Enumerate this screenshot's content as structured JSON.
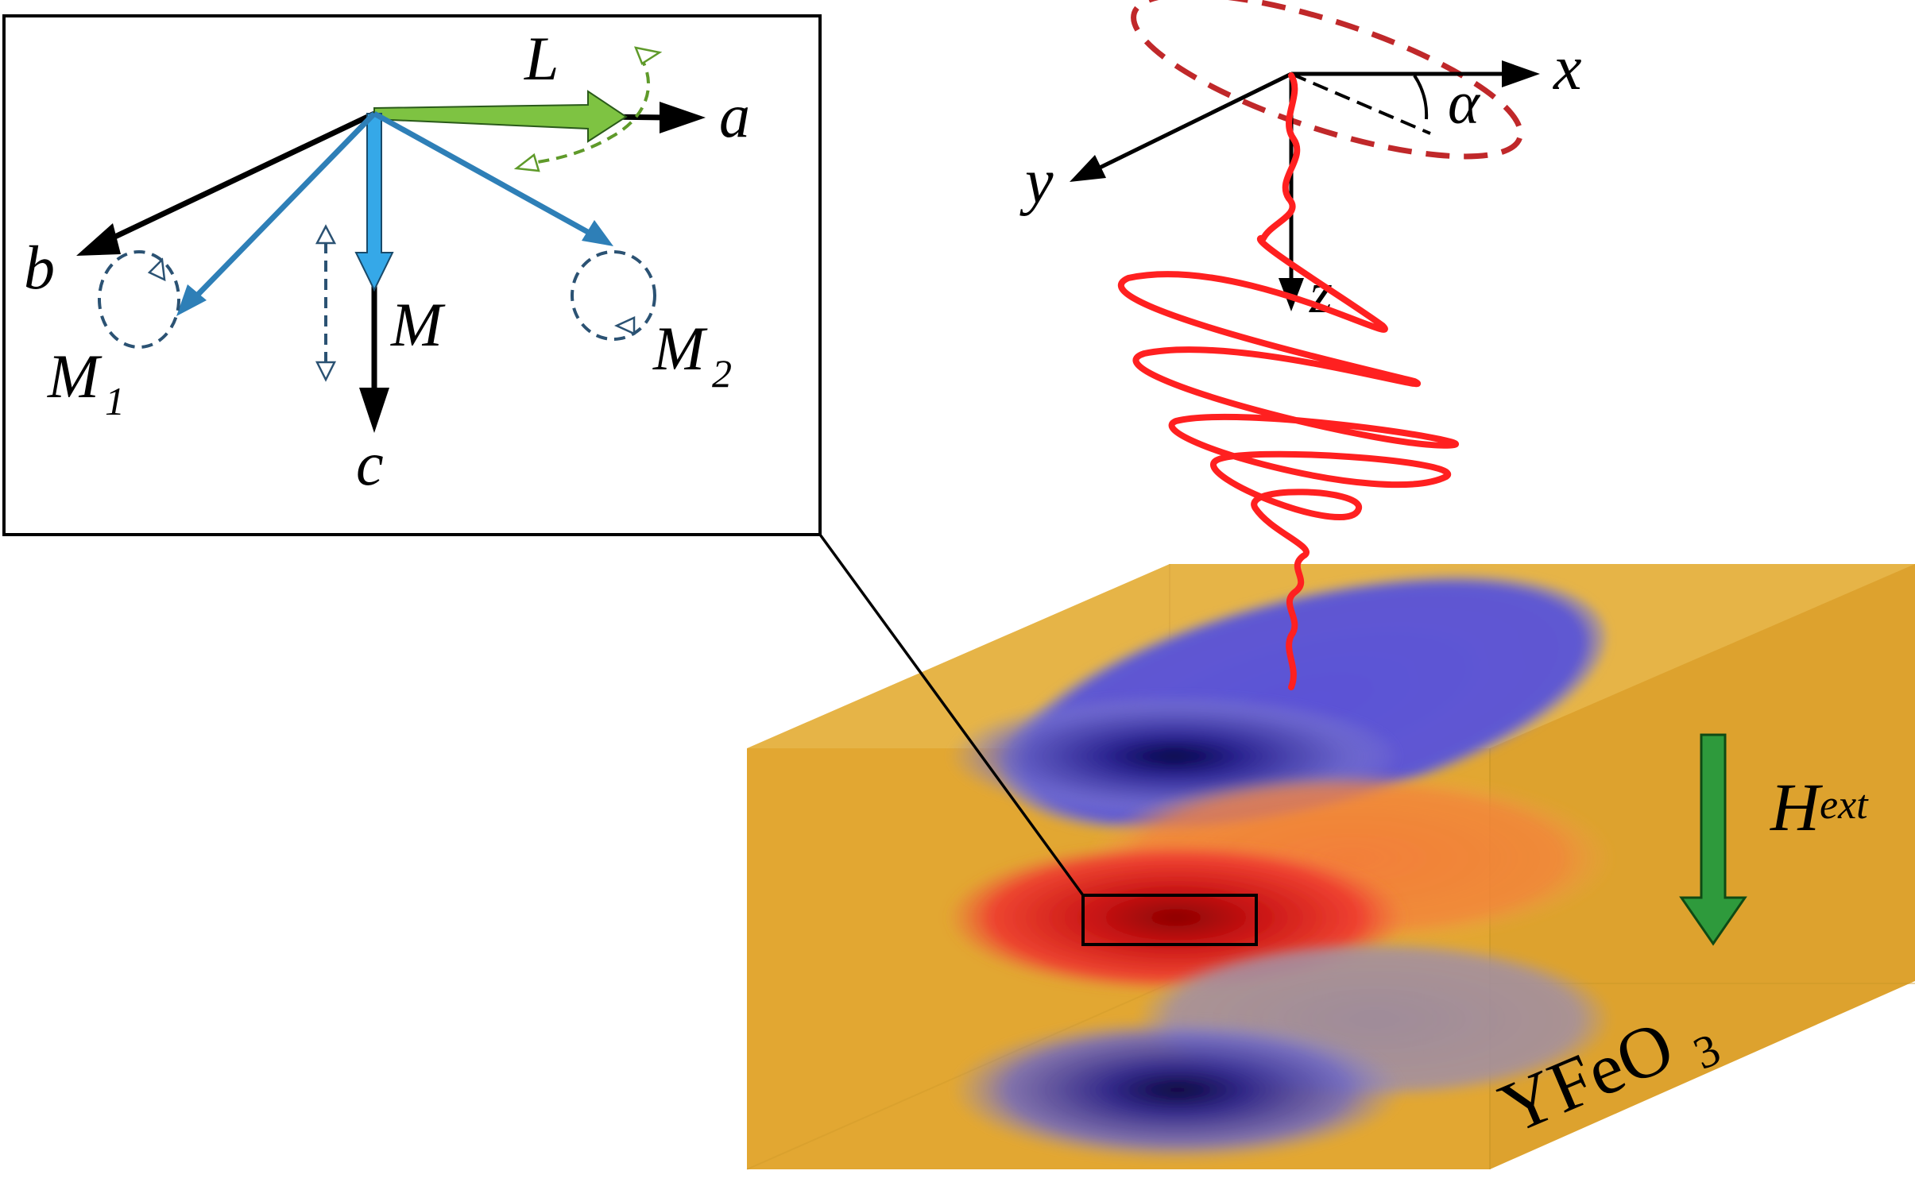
{
  "inset": {
    "labels": {
      "L": "L",
      "a": "a",
      "b": "b",
      "c": "c",
      "M": "M",
      "M1": "M",
      "M1_sub": "1",
      "M2": "M",
      "M2_sub": "2"
    }
  },
  "axes": {
    "x": "x",
    "y": "y",
    "z": "z",
    "alpha": "α"
  },
  "field": {
    "H": "H",
    "H_sub": "ext"
  },
  "material": {
    "name": "YFeO",
    "sub": "3"
  },
  "colors": {
    "crystal": "#e2a732",
    "crystal_top": "#e6b447",
    "blue_mode": "#5b52d6",
    "red_mode": "#e42a22",
    "orange_mode": "#f07a3a",
    "green_arrow": "#7ec342",
    "field_arrow": "#2e9a3c",
    "blue_vector": "#2e7fb7",
    "light_blue_vector": "#35a8e8",
    "pulse": "#ff2020",
    "pulse_ellipse": "#c0282a"
  }
}
